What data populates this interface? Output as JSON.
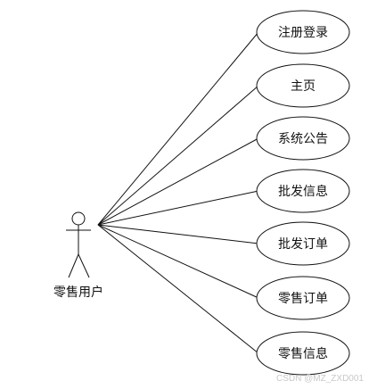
{
  "actor": {
    "label": "零售用户"
  },
  "use_cases": [
    {
      "id": "uc-register-login",
      "label": "注册登录"
    },
    {
      "id": "uc-home",
      "label": "主页"
    },
    {
      "id": "uc-announcement",
      "label": "系统公告"
    },
    {
      "id": "uc-wholesale-info",
      "label": "批发信息"
    },
    {
      "id": "uc-wholesale-order",
      "label": "批发订单"
    },
    {
      "id": "uc-retail-order",
      "label": "零售订单"
    },
    {
      "id": "uc-retail-info",
      "label": "零售信息"
    }
  ],
  "watermark": "CSDN @MZ_ZXD001",
  "colors": {
    "stroke": "#111111",
    "text": "#111111",
    "watermark": "#c8c8c8"
  }
}
